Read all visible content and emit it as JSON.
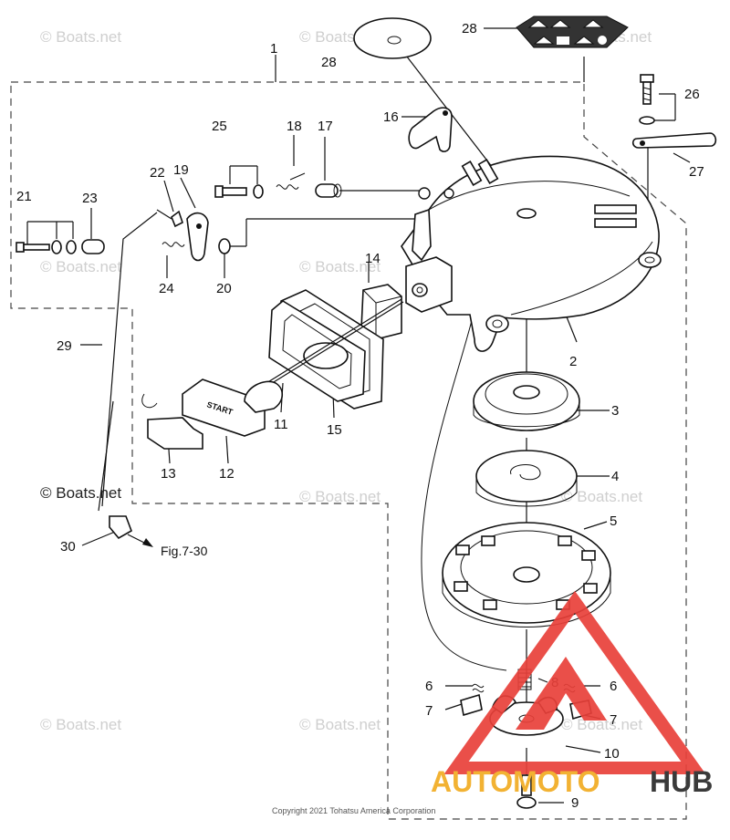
{
  "diagram": {
    "watermark": "© Boats.net",
    "copyright": "Copyright 2021 Tohatsu America Corporation",
    "logo": {
      "text_a": "AUTOMOTO",
      "text_b": "HUB",
      "color_a": "#f2b233",
      "color_b": "#3a3a3a",
      "triangle_color": "#e8403a"
    },
    "reference": {
      "text": "Fig.7-30"
    },
    "start_text": "START",
    "labels": {
      "l1": "1",
      "l2": "2",
      "l3": "3",
      "l4": "4",
      "l5": "5",
      "l6a": "6",
      "l6b": "6",
      "l7a": "7",
      "l7b": "7",
      "l8": "8",
      "l9": "9",
      "l10": "10",
      "l11": "11",
      "l12": "12",
      "l13": "13",
      "l14": "14",
      "l15": "15",
      "l16": "16",
      "l17": "17",
      "l18": "18",
      "l19": "19",
      "l20": "20",
      "l21": "21",
      "l22": "22",
      "l23": "23",
      "l24": "24",
      "l25": "25",
      "l26": "26",
      "l27": "27",
      "l28a": "28",
      "l28b": "28",
      "l29": "29",
      "l30": "30"
    }
  }
}
